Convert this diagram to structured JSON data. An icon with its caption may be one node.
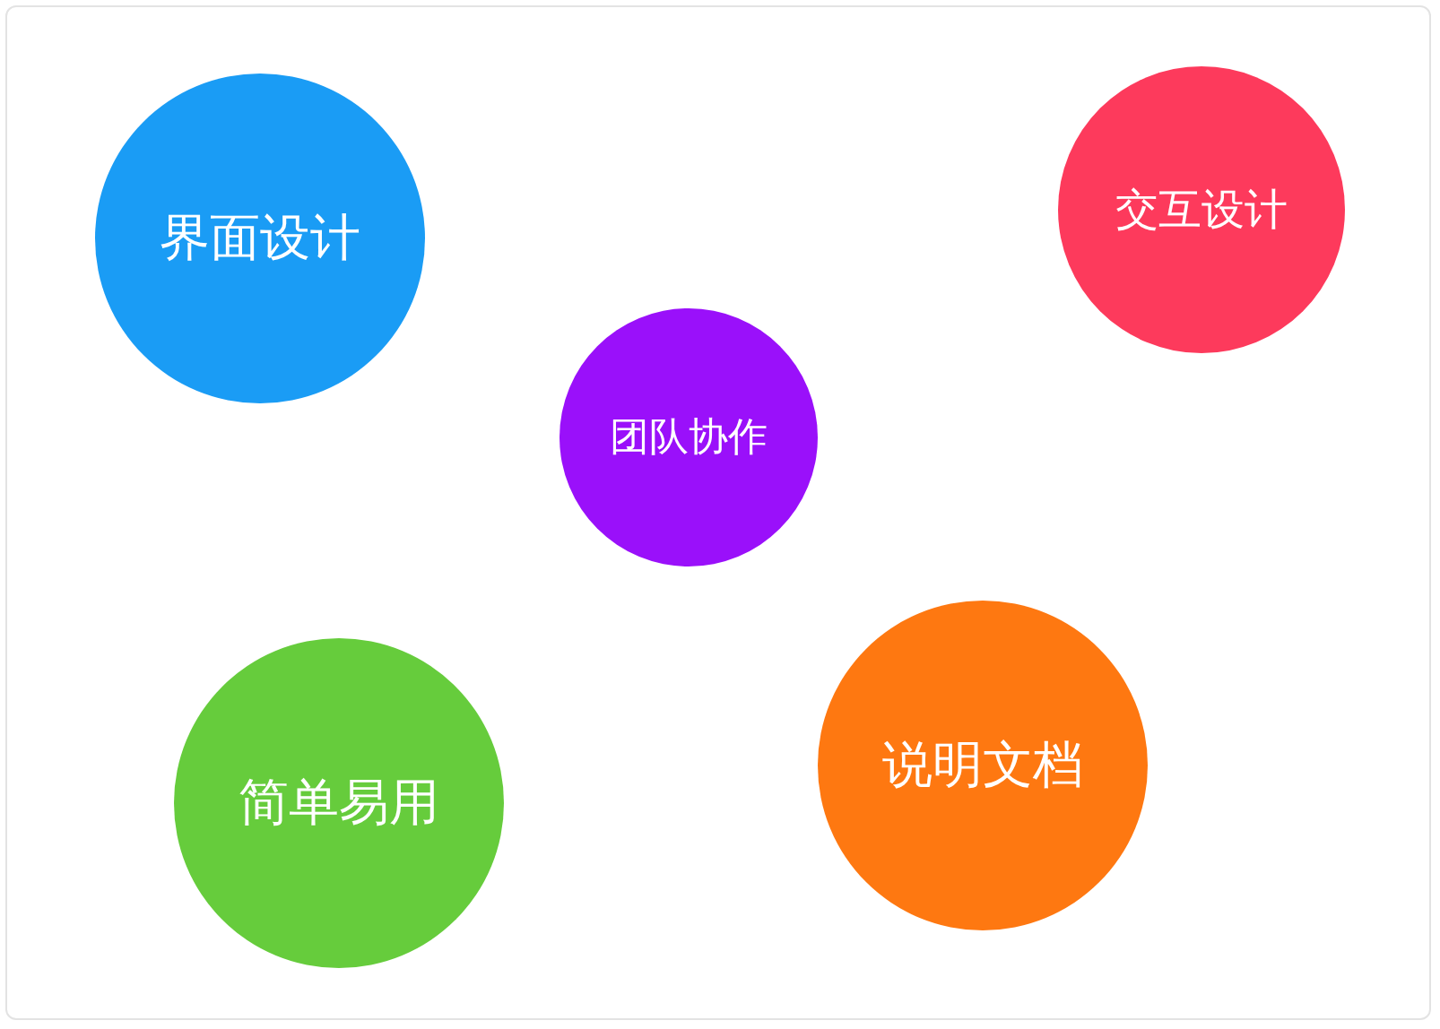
{
  "diagram": {
    "nodes": [
      {
        "text": [
          "界面设计"
        ]
      },
      {
        "text": [
          "交互设计"
        ]
      },
      {
        "text": [
          "团队协作"
        ]
      },
      {
        "text": [
          "简单易用"
        ]
      },
      {
        "text": [
          "说明文档"
        ]
      }
    ]
  }
}
